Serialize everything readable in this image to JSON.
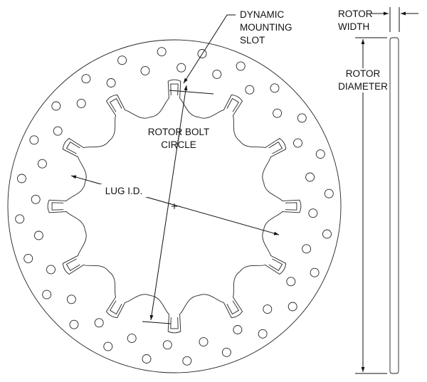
{
  "labels": {
    "dynamic_mounting_slot": [
      "DYNAMIC",
      "MOUNTING",
      "SLOT"
    ],
    "rotor_bolt_circle": [
      "ROTOR BOLT",
      "CIRCLE"
    ],
    "lug_id": "LUG I.D.",
    "rotor_width": [
      "ROTOR",
      "WIDTH"
    ],
    "rotor_diameter": [
      "ROTOR",
      "DIAMETER"
    ]
  },
  "colors": {
    "line": "#111111",
    "background": "#ffffff"
  }
}
